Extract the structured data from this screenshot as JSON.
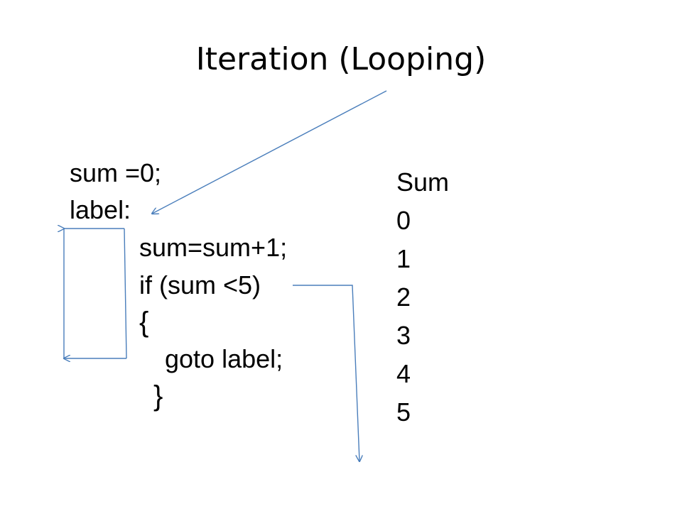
{
  "title": "Iteration (Looping)",
  "code": {
    "line1": "sum =0;",
    "line2": "label:",
    "line3": "sum=sum+1;",
    "line4": "if (sum <5)",
    "line5": "{",
    "line6": "goto label;",
    "line7": "}"
  },
  "table": {
    "header": "Sum",
    "values": [
      "0",
      "1",
      "2",
      "3",
      "4",
      "5"
    ]
  },
  "colors": {
    "arrow": "#4a7ebb"
  }
}
